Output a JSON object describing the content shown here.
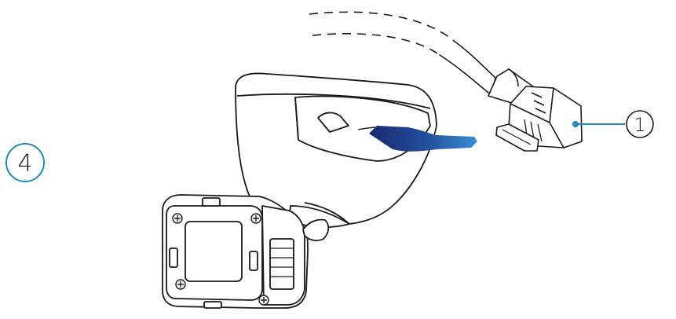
{
  "step": {
    "number": "4"
  },
  "callouts": [
    {
      "label": "1",
      "target": "cable-connector"
    }
  ],
  "colors": {
    "accent": "#1f8bc2",
    "arrow_dark": "#1b2a6e",
    "arrow_light": "#2f7fc4",
    "line": "#1a1a1a"
  }
}
